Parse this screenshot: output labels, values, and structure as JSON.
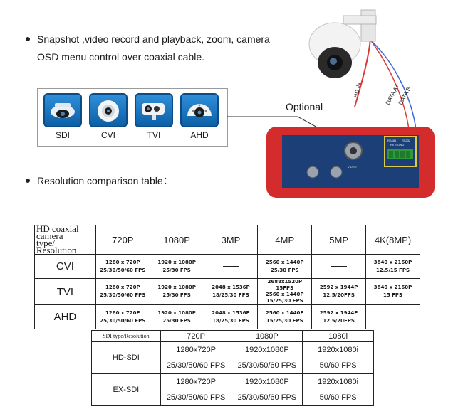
{
  "bullets": [
    {
      "line1": "Snapshot ,video record and playback, zoom, camera",
      "line2": "OSD menu control over coaxial cable."
    },
    {
      "line1": "Resolution comparison table："
    }
  ],
  "formats": [
    {
      "label": "SDI",
      "icon": "ptz-dome-camera-icon"
    },
    {
      "label": "CVI",
      "icon": "dome-camera-icon"
    },
    {
      "label": "TVI",
      "icon": "bullet-camera-icon"
    },
    {
      "label": "AHD",
      "icon": "ir-dome-camera-icon"
    }
  ],
  "optional_label": "Optional",
  "wire_labels": {
    "hd_in": "HD IN",
    "data_a": "DATA A+",
    "data_b": "DATA B-"
  },
  "device_labels": {
    "rs485": "RS485",
    "rs232": "RS232",
    "pins": "Rx TxGND",
    "video": "VIDEO"
  },
  "colors": {
    "device_red": "#d42b2d",
    "panel_blue": "#1c3f78",
    "icon_blue": "#1b7fd0",
    "terminal_green": "#2d9a3c",
    "wire_red": "#d93b3b",
    "wire_blue": "#3b66d9"
  },
  "table1": {
    "corner": [
      "HD coaxial camera",
      "type/ Resolution"
    ],
    "headers": [
      "720P",
      "1080P",
      "3MP",
      "4MP",
      "5MP",
      "4K(8MP)"
    ],
    "rows": [
      {
        "label": "CVI",
        "cells": [
          [
            "1280 x 720P",
            "25/30/50/60 FPS"
          ],
          [
            "1920 x 1080P",
            "25/30 FPS"
          ],
          [],
          [
            "2560 x 1440P",
            "25/30 FPS"
          ],
          [],
          [
            "3840 x 2160P",
            "12.5/15 FPS"
          ]
        ]
      },
      {
        "label": "TVI",
        "cells": [
          [
            "1280 x 720P",
            "25/30/50/60 FPS"
          ],
          [
            "1920 x 1080P",
            "25/30 FPS"
          ],
          [
            "2048 x 1536P",
            "18/25/30 FPS"
          ],
          [
            "2688x1520P 15FPS",
            "2560 x 1440P",
            "15/25/30 FPS"
          ],
          [
            "2592 x 1944P",
            "12.5/20FPS"
          ],
          [
            "3840 x 2160P",
            "15 FPS"
          ]
        ]
      },
      {
        "label": "AHD",
        "cells": [
          [
            "1280 x 720P",
            "25/30/50/60 FPS"
          ],
          [
            "1920 x 1080P",
            "25/30 FPS"
          ],
          [
            "2048 x 1536P",
            "18/25/30 FPS"
          ],
          [
            "2560 x 1440P",
            "15/25/30 FPS"
          ],
          [
            "2592 x 1944P",
            "12.5/20FPS"
          ],
          []
        ]
      }
    ]
  },
  "table2": {
    "corner": "SDI type/Resolution",
    "headers": [
      "720P",
      "1080P",
      "1080i"
    ],
    "rows": [
      {
        "label": "HD-SDI",
        "cells": [
          [
            "1280x720P",
            "25/30/50/60 FPS"
          ],
          [
            "1920x1080P",
            "25/30/50/60 FPS"
          ],
          [
            "1920x1080i",
            "50/60 FPS"
          ]
        ]
      },
      {
        "label": "EX-SDI",
        "cells": [
          [
            "1280x720P",
            "25/30/50/60 FPS"
          ],
          [
            "1920x1080P",
            "25/30/50/60 FPS"
          ],
          [
            "1920x1080i",
            "50/60 FPS"
          ]
        ]
      }
    ]
  }
}
